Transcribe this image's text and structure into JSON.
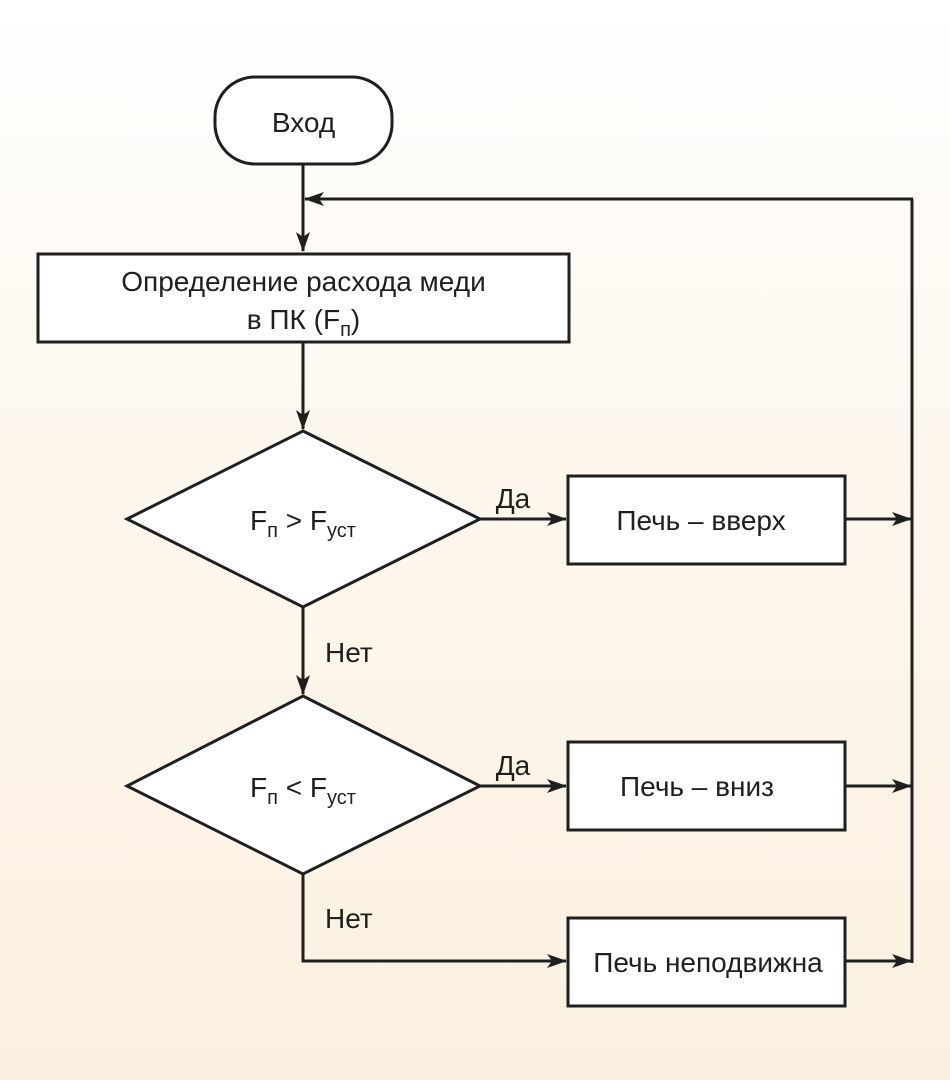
{
  "nodes": {
    "start": {
      "label": "Вход"
    },
    "measure": {
      "line1": "Определение расхода меди",
      "line2_prefix": "в ПК (F",
      "line2_sub": "п",
      "line2_suffix": ")"
    },
    "decision1": {
      "lhs": "F",
      "lhs_sub": "п",
      "op": " > ",
      "rhs": "F",
      "rhs_sub": "уст"
    },
    "decision2": {
      "lhs": "F",
      "lhs_sub": "п",
      "op": " < ",
      "rhs": "F",
      "rhs_sub": "уст"
    },
    "action_up": {
      "label": "Печь – вверх"
    },
    "action_down": {
      "label": "Печь – вниз"
    },
    "action_still": {
      "label": "Печь неподвижна"
    }
  },
  "edges": {
    "yes1": "Да",
    "no1": "Нет",
    "yes2": "Да",
    "no2": "Нет"
  }
}
